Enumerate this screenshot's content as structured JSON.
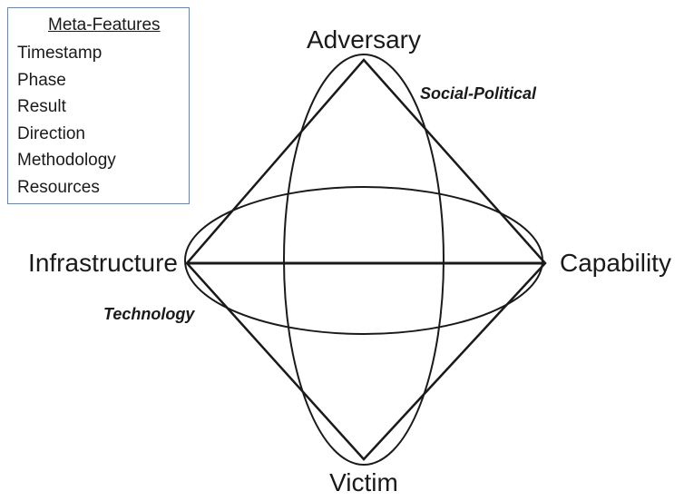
{
  "meta_features": {
    "title": "Meta-Features",
    "items": [
      "Timestamp",
      "Phase",
      "Result",
      "Direction",
      "Methodology",
      "Resources"
    ]
  },
  "diagram": {
    "vertices": {
      "top": "Adversary",
      "right": "Capability",
      "bottom": "Victim",
      "left": "Infrastructure"
    },
    "edge_labels": {
      "top_right": "Social-Political",
      "bottom_left": "Technology"
    },
    "colors": {
      "stroke": "#1a1a1a",
      "box_border": "#6a87a8",
      "background": "#ffffff"
    }
  }
}
